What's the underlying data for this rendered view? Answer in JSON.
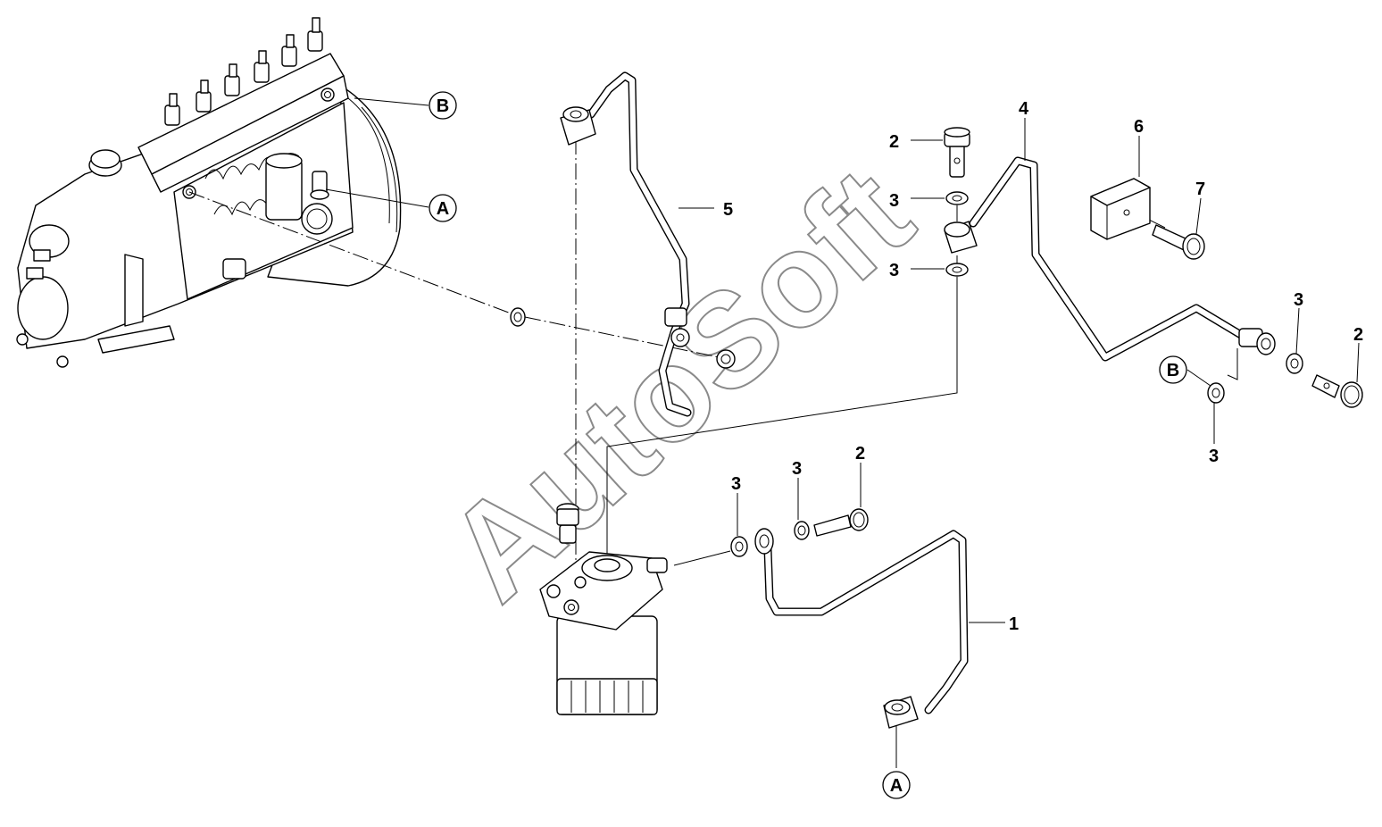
{
  "watermark": "AutoSoft",
  "callouts": {
    "c1": "1",
    "c2_top": "2",
    "c2_right": "2",
    "c2_mid": "2",
    "c3_a": "3",
    "c3_b": "3",
    "c3_c": "3",
    "c3_d": "3",
    "c3_e": "3",
    "c3_f": "3",
    "c4": "4",
    "c5": "5",
    "c6": "6",
    "c7": "7"
  },
  "refs": {
    "B_pump": "B",
    "A_pump": "A",
    "B_pipe": "B",
    "A_pipe": "A"
  }
}
